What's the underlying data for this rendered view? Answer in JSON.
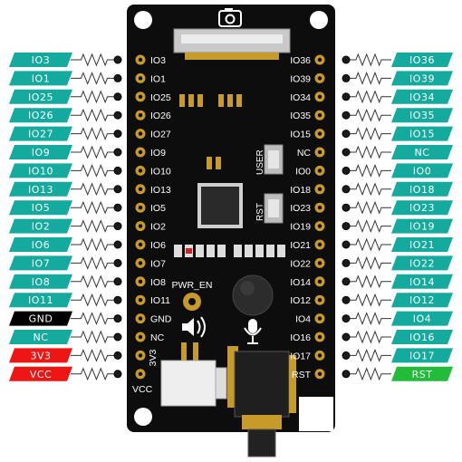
{
  "colors": {
    "teal": "#14aa9e",
    "black": "#000000",
    "red": "#ee1515",
    "green": "#22bb3a",
    "board": "#0d0d0d",
    "gold": "#c89a2a"
  },
  "left_tags": [
    {
      "text": "IO3",
      "color": "teal"
    },
    {
      "text": "IO1",
      "color": "teal"
    },
    {
      "text": "IO25",
      "color": "teal"
    },
    {
      "text": "IO26",
      "color": "teal"
    },
    {
      "text": "IO27",
      "color": "teal"
    },
    {
      "text": "IO9",
      "color": "teal"
    },
    {
      "text": "IO10",
      "color": "teal"
    },
    {
      "text": "IO13",
      "color": "teal"
    },
    {
      "text": "IO5",
      "color": "teal"
    },
    {
      "text": "IO2",
      "color": "teal"
    },
    {
      "text": "IO6",
      "color": "teal"
    },
    {
      "text": "IO7",
      "color": "teal"
    },
    {
      "text": "IO8",
      "color": "teal"
    },
    {
      "text": "IO11",
      "color": "teal"
    },
    {
      "text": "GND",
      "color": "black"
    },
    {
      "text": "NC",
      "color": "teal"
    },
    {
      "text": "3V3",
      "color": "red"
    },
    {
      "text": "VCC",
      "color": "red"
    }
  ],
  "right_tags": [
    {
      "text": "IO36",
      "color": "teal"
    },
    {
      "text": "IO39",
      "color": "teal"
    },
    {
      "text": "IO34",
      "color": "teal"
    },
    {
      "text": "IO35",
      "color": "teal"
    },
    {
      "text": "IO15",
      "color": "teal"
    },
    {
      "text": "NC",
      "color": "teal"
    },
    {
      "text": "IO0",
      "color": "teal"
    },
    {
      "text": "IO18",
      "color": "teal"
    },
    {
      "text": "IO23",
      "color": "teal"
    },
    {
      "text": "IO19",
      "color": "teal"
    },
    {
      "text": "IO21",
      "color": "teal"
    },
    {
      "text": "IO22",
      "color": "teal"
    },
    {
      "text": "IO14",
      "color": "teal"
    },
    {
      "text": "IO12",
      "color": "teal"
    },
    {
      "text": "IO4",
      "color": "teal"
    },
    {
      "text": "IO16",
      "color": "teal"
    },
    {
      "text": "IO17",
      "color": "teal"
    },
    {
      "text": "RST",
      "color": "green"
    }
  ],
  "left_pin_labels": [
    "IO3",
    "IO1",
    "IO25",
    "IO26",
    "IO27",
    "IO9",
    "IO10",
    "IO13",
    "IO5",
    "IO2",
    "IO6",
    "IO7",
    "IO8",
    "IO11",
    "GND",
    "NC",
    "3V3",
    "VCC"
  ],
  "right_pin_labels": [
    "IO36",
    "IO39",
    "IO34",
    "IO35",
    "IO15",
    "NC",
    "IO0",
    "IO18",
    "IO23",
    "IO19",
    "IO21",
    "IO22",
    "IO14",
    "IO12",
    "IO4",
    "IO16",
    "IO17",
    "RST"
  ],
  "board_labels": {
    "user_button": "USER",
    "reset_button": "RST",
    "power_enable": "PWR_EN"
  }
}
